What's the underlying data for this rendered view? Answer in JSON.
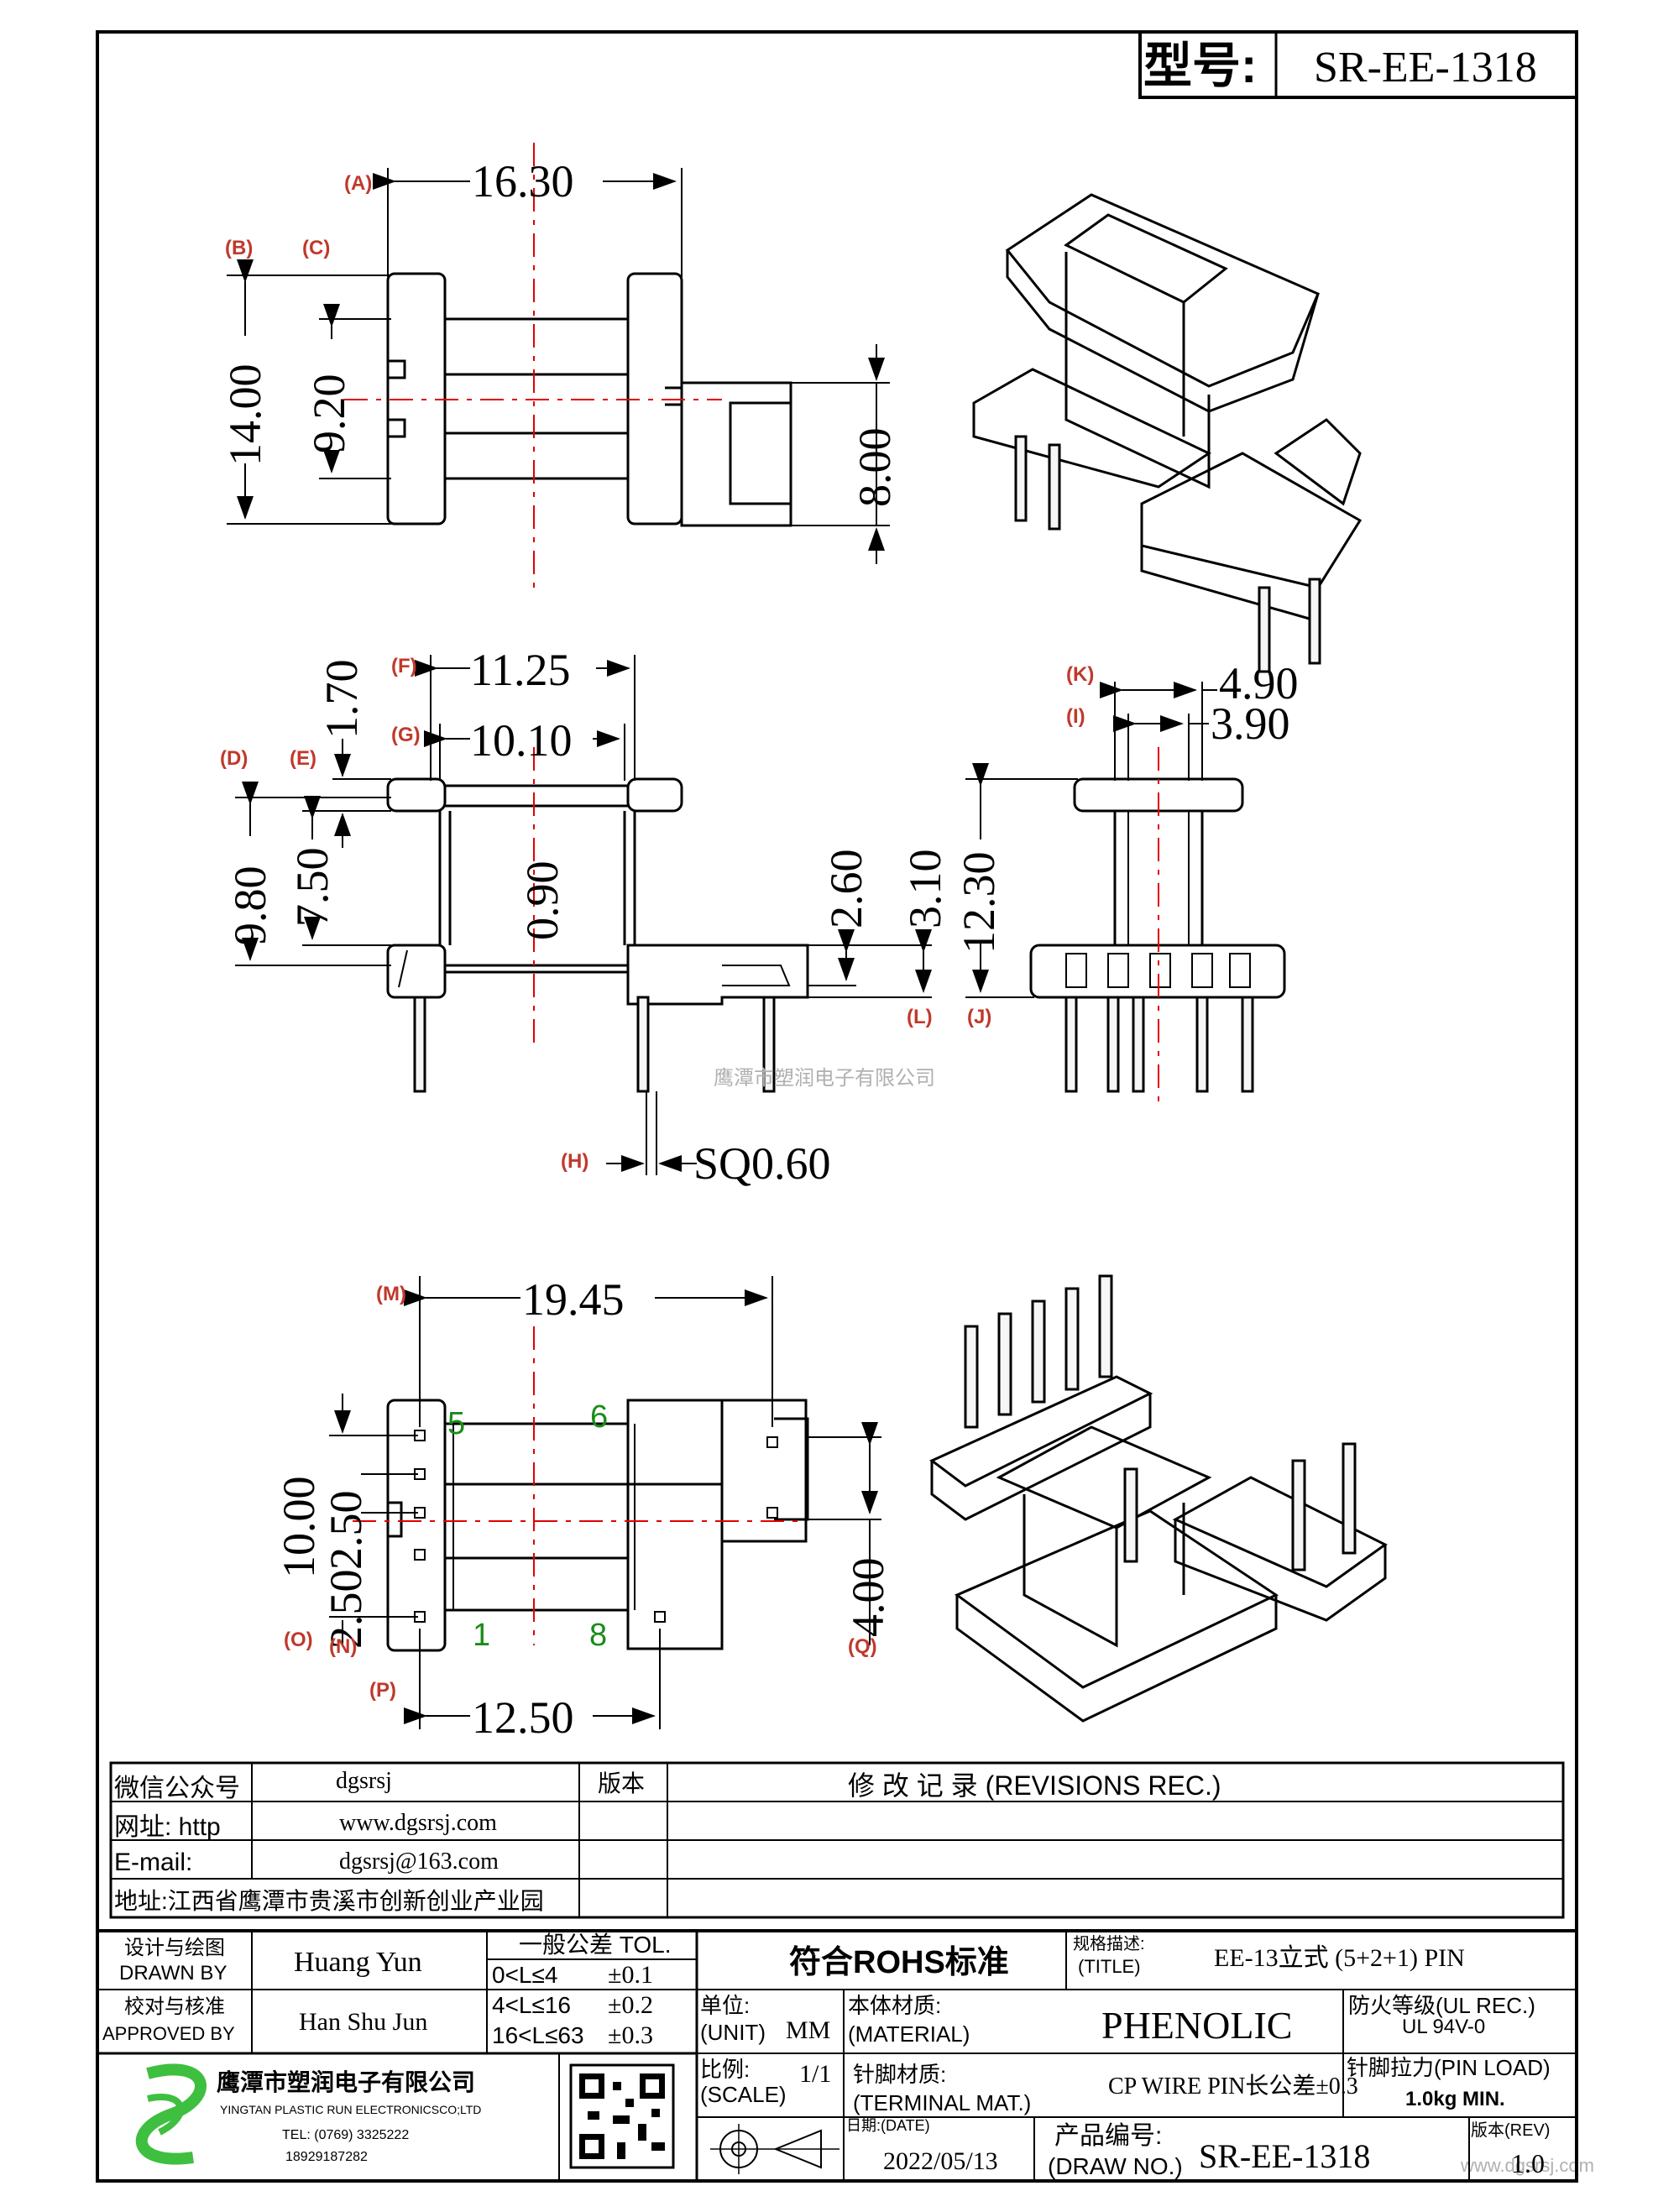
{
  "header": {
    "model_label": "型号:",
    "model_value": "SR-EE-1318"
  },
  "dims": {
    "A": "16.30",
    "B": "14.00",
    "C": "9.20",
    "top_8": "8.00",
    "F": "11.25",
    "G": "10.10",
    "E_170": "1.70",
    "D": "9.80",
    "E": "7.50",
    "mid_090": "0.90",
    "L_260": "2.60",
    "L_310": "3.10",
    "J": "12.30",
    "K": "4.90",
    "I": "3.90",
    "H": "SQ0.60",
    "M": "19.45",
    "O_1000": "10.00",
    "N_250": "2.50",
    "N_2_50": "2.50",
    "Q": "4.00",
    "P": "12.50"
  },
  "refs": [
    "A",
    "B",
    "C",
    "D",
    "E",
    "F",
    "G",
    "H",
    "I",
    "J",
    "K",
    "L",
    "M",
    "N",
    "O",
    "P",
    "Q"
  ],
  "pins": {
    "p5": "5",
    "p6": "6",
    "p1": "1",
    "p8": "8"
  },
  "watermark": "鹰潭市塑润电子有限公司",
  "watermark_url": "www.dgsrsj.com",
  "info": {
    "wechat_label": "微信公众号",
    "wechat_value": "dgsrsj",
    "web_label": "网址: http",
    "web_value": "www.dgsrsj.com",
    "email_label": "E-mail:",
    "email_value": "dgsrsj@163.com",
    "address": "地址:江西省鹰潭市贵溪市创新创业产业园",
    "version_label": "版本",
    "revisions_label": "修 改 记 录  (REVISIONS REC.)"
  },
  "titleblock": {
    "drawn_cn": "设计与绘图",
    "drawn_en": "DRAWN BY",
    "drawn_value": "Huang  Yun",
    "approved_cn": "校对与核准",
    "approved_en": "APPROVED BY",
    "approved_value": "Han Shu Jun",
    "tol_label": "一般公差  TOL.",
    "tol_rows": [
      {
        "range": "0<L≤4",
        "tol": "±0.1"
      },
      {
        "range": "4<L≤16",
        "tol": "±0.2"
      },
      {
        "range": "16<L≤63",
        "tol": "±0.3"
      }
    ],
    "rohs": "符合ROHS标准",
    "title_cn": "规格描述:",
    "title_en": "(TITLE)",
    "title_value": "EE-13立式 (5+2+1) PIN",
    "unit_cn": "单位:",
    "unit_en": "(UNIT)",
    "unit_value": "MM",
    "material_cn": "本体材质:",
    "material_en": "(MATERIAL)",
    "material_value": "PHENOLIC",
    "fire_cn": "防火等级(UL  REC.)",
    "fire_value": "UL  94V-0",
    "scale_cn": "比例:",
    "scale_en": "(SCALE)",
    "scale_value": "1/1",
    "terminal_cn": "针脚材质:",
    "terminal_en": "(TERMINAL  MAT.)",
    "terminal_value": "CP WIRE   PIN长公差±0.3",
    "pinload_cn": "针脚拉力(PIN  LOAD)",
    "pinload_value": "1.0kg MIN.",
    "date_label": "日期:(DATE)",
    "date_value": "2022/05/13",
    "drawno_cn": "产品编号:",
    "drawno_en": "(DRAW  NO.)",
    "drawno_value": "SR-EE-1318",
    "rev_label": "版本(REV)",
    "rev_value": "1.0",
    "company_cn": "鹰潭市塑润电子有限公司",
    "company_en": "YINGTAN PLASTIC RUN ELECTRONICSCO;LTD",
    "company_tel": "TEL: (0769) 3325222",
    "company_phone": "18929187282"
  },
  "colors": {
    "line": "#000000",
    "center": "#e00000",
    "ref": "#c0392b",
    "pin_num": "#1a8c1a",
    "logo": "#3fbf3f"
  }
}
